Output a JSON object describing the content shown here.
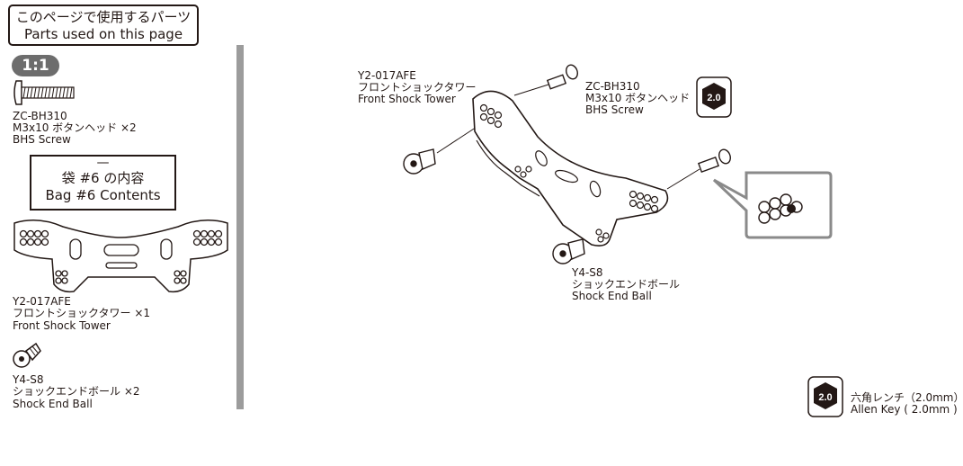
{
  "header": {
    "title_jp": "このページで使用するパーツ",
    "title_en": "Parts used on this page"
  },
  "scale_badge": "1:1",
  "parts_list": {
    "screw": {
      "code": "ZC-BH310",
      "name_jp": "M3x10 ボタンヘッド ×2",
      "name_en": "BHS Screw"
    },
    "bag": {
      "dash": "—",
      "label_jp": "袋 #6 の内容",
      "label_en": "Bag #6 Contents"
    },
    "tower": {
      "code": "Y2-017AFE",
      "name_jp": "フロントショックタワー ×1",
      "name_en": "Front Shock Tower"
    },
    "ball": {
      "code": "Y4-S8",
      "name_jp": "ショックエンドボール ×2",
      "name_en": "Shock End Ball"
    }
  },
  "assembly": {
    "tower": {
      "code": "Y2-017AFE",
      "name_jp": "フロントショックタワー",
      "name_en": "Front Shock Tower"
    },
    "screw": {
      "code": "ZC-BH310",
      "name_jp": "M3x10 ボタンヘッド",
      "name_en": "BHS Screw"
    },
    "ball": {
      "code": "Y4-S8",
      "name_jp": "ショックエンドボール",
      "name_en": "Shock End Ball"
    },
    "tool_size": "2.0"
  },
  "tool": {
    "size": "2.0",
    "name_jp": "六角レンチ（2.0mm）",
    "name_en": "Allen Key ( 2.0mm )"
  },
  "colors": {
    "ink": "#231815",
    "badge_gray": "#6d6d6d",
    "divider_gray": "#9c9c9c",
    "callout_gray": "#8a8a8a"
  }
}
